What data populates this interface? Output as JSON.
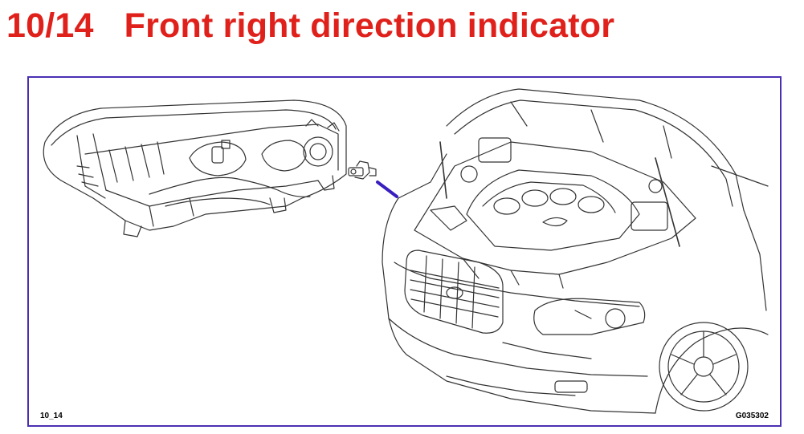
{
  "header": {
    "step": "10/14",
    "title": "Front right direction indicator"
  },
  "figure": {
    "ref_left": "10_14",
    "ref_right": "G035302",
    "frame_color": "#4b2fb3",
    "title_color": "#e0211b",
    "pointer_color": "#3a1fbf",
    "line_color": "#333333"
  }
}
